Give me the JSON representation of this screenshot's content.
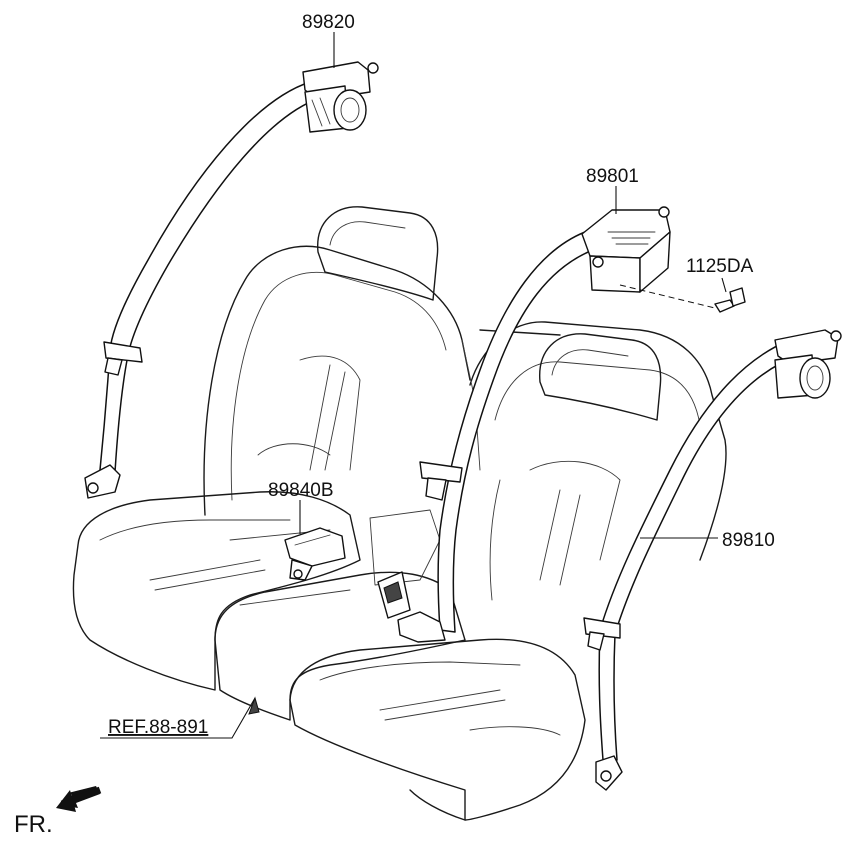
{
  "labels": {
    "retractor_left": "89820",
    "retractor_center": "89801",
    "bolt": "1125DA",
    "buckle": "89840B",
    "retractor_right": "89810",
    "reference": "REF.88-891",
    "front": "FR."
  }
}
